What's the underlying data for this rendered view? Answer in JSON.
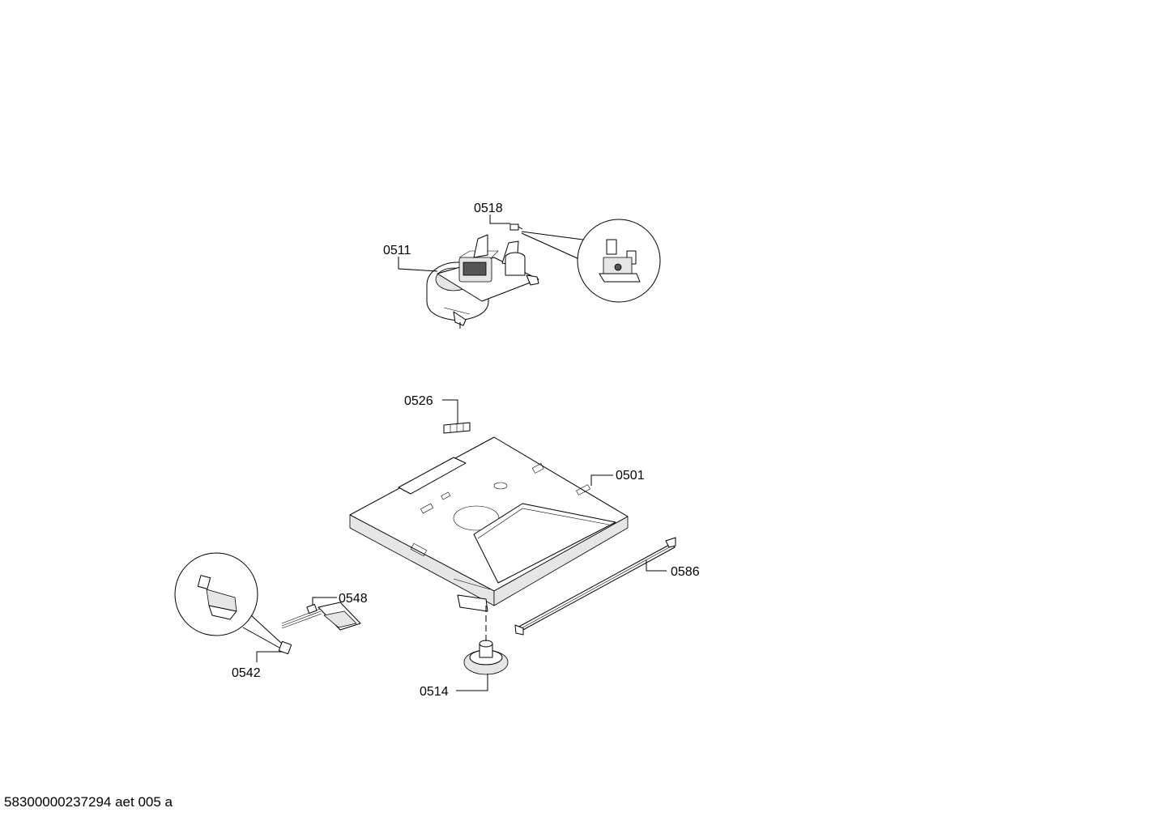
{
  "parts": [
    {
      "id": "0518",
      "label": "0518"
    },
    {
      "id": "0511",
      "label": "0511"
    },
    {
      "id": "0526",
      "label": "0526"
    },
    {
      "id": "0501",
      "label": "0501"
    },
    {
      "id": "0586",
      "label": "0586"
    },
    {
      "id": "0548",
      "label": "0548"
    },
    {
      "id": "0542",
      "label": "0542"
    },
    {
      "id": "0514",
      "label": "0514"
    }
  ],
  "footer": {
    "code": "58300000237294 aet 005 a"
  }
}
